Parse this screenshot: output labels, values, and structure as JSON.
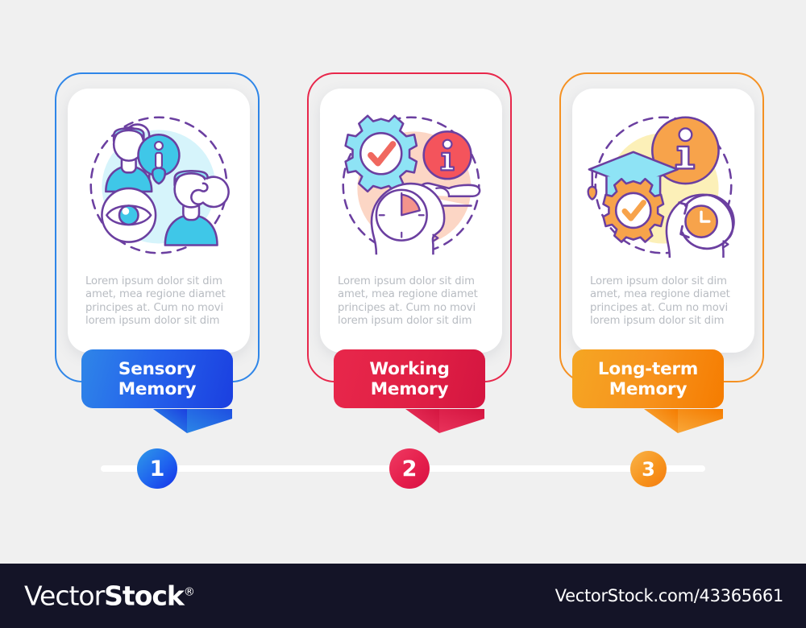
{
  "footer": {
    "logo_primary": "Vector",
    "logo_secondary": "Stock",
    "logo_registered": "®",
    "url": "VectorStock.com/43365661"
  },
  "timeline": {
    "steps": [
      {
        "number": "1",
        "color": "#1f63ef"
      },
      {
        "number": "2",
        "color": "#e51f4c"
      },
      {
        "number": "3",
        "color": "#f7941e"
      }
    ],
    "line_color": "#ffffff"
  },
  "cards": [
    {
      "label": "Sensory\nMemory",
      "body": "Lorem ipsum dolor sit dim amet, mea regione diamet principes at. Cum no movi lorem ipsum dolor sit dim",
      "accent": "#2f86e8",
      "icon": "sensory-memory-icon",
      "icon_elements": [
        "person-front",
        "person-with-ear",
        "info-pin",
        "eye",
        "arrow-loop",
        "dashed-circle"
      ]
    },
    {
      "label": "Working\nMemory",
      "body": "Lorem ipsum dolor sit dim amet, mea regione diamet principes at. Cum no movi lorem ipsum dolor sit dim",
      "accent": "#e8274b",
      "icon": "working-memory-icon",
      "icon_elements": [
        "gear-checkmark",
        "info-circle",
        "open-hand",
        "head-with-clock",
        "dashed-circle"
      ]
    },
    {
      "label": "Long-term\nMemory",
      "body": "Lorem ipsum dolor sit dim amet, mea regione diamet principes at. Cum no movi lorem ipsum dolor sit dim",
      "accent": "#f59122",
      "icon": "long-term-memory-icon",
      "icon_elements": [
        "graduation-cap",
        "gear-checkmark",
        "info-circle",
        "head-with-clock-refresh",
        "dashed-circle"
      ]
    }
  ]
}
